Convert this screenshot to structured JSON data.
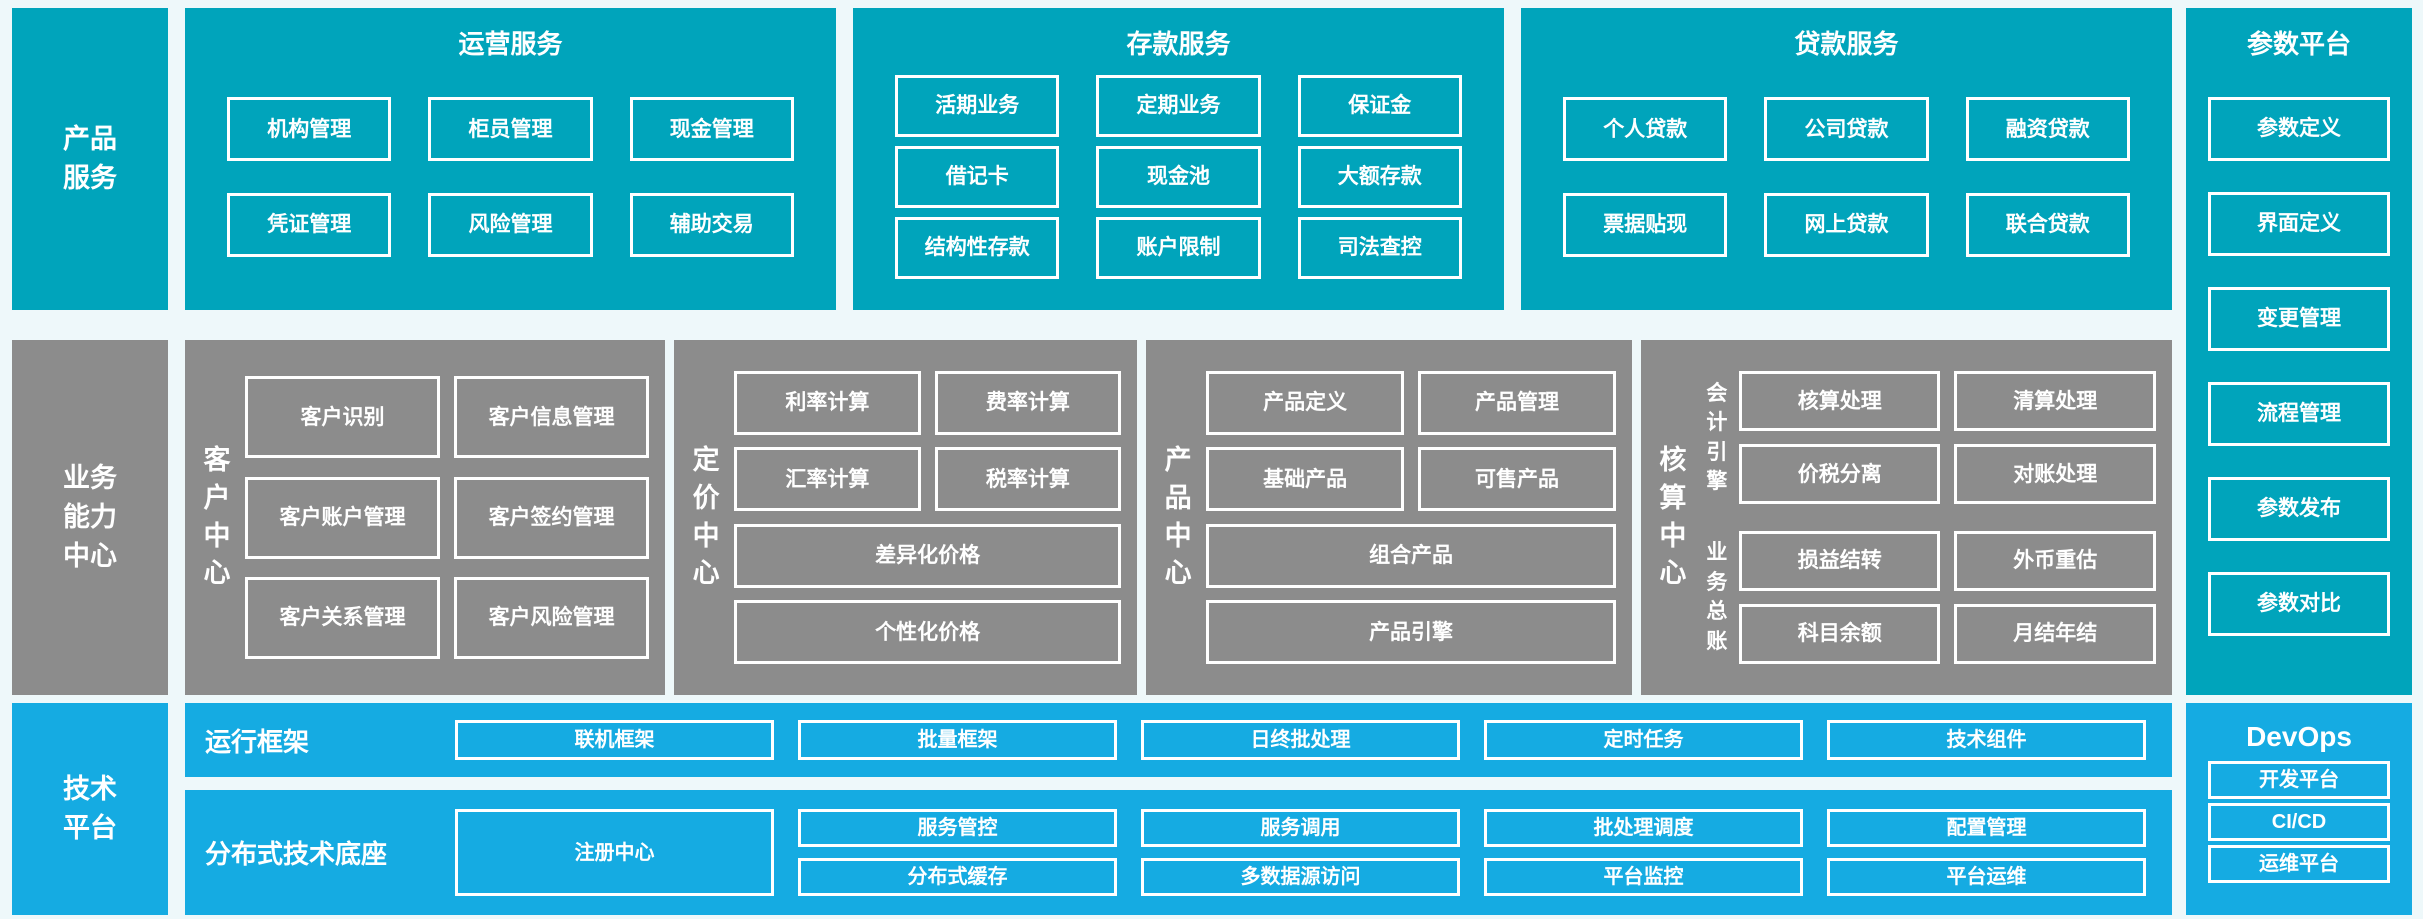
{
  "colors": {
    "teal": "#00a4bb",
    "blue": "#15abe2",
    "gray": "#8c8c8c",
    "background": "#eef8fa",
    "text": "#ffffff"
  },
  "product_services": {
    "label": "产品服务",
    "sections": [
      {
        "title": "运营服务",
        "rows": [
          [
            "机构管理",
            "柜员管理",
            "现金管理"
          ],
          [
            "凭证管理",
            "风险管理",
            "辅助交易"
          ]
        ]
      },
      {
        "title": "存款服务",
        "rows": [
          [
            "活期业务",
            "定期业务",
            "保证金"
          ],
          [
            "借记卡",
            "现金池",
            "大额存款"
          ],
          [
            "结构性存款",
            "账户限制",
            "司法查控"
          ]
        ]
      },
      {
        "title": "贷款服务",
        "rows": [
          [
            "个人贷款",
            "公司贷款",
            "融资贷款"
          ],
          [
            "票据贴现",
            "网上贷款",
            "联合贷款"
          ]
        ]
      }
    ]
  },
  "parameter_platform": {
    "title": "参数平台",
    "items": [
      "参数定义",
      "界面定义",
      "变更管理",
      "流程管理",
      "参数发布",
      "参数对比"
    ]
  },
  "business_capability": {
    "label": "业务能力中心",
    "customer_center": {
      "name": "客户中心",
      "rows": [
        [
          "客户识别",
          "客户信息管理"
        ],
        [
          "客户账户管理",
          "客户签约管理"
        ],
        [
          "客户关系管理",
          "客户风险管理"
        ]
      ]
    },
    "pricing_center": {
      "name": "定价中心",
      "rows": [
        [
          "利率计算",
          "费率计算"
        ],
        [
          "汇率计算",
          "税率计算"
        ]
      ],
      "wide": [
        "差异化价格",
        "个性化价格"
      ]
    },
    "product_center": {
      "name": "产品中心",
      "rows": [
        [
          "产品定义",
          "产品管理"
        ],
        [
          "基础产品",
          "可售产品"
        ]
      ],
      "wide": [
        "组合产品",
        "产品引擎"
      ]
    },
    "accounting_center": {
      "name": "核算中心",
      "groups": [
        {
          "name": "会计引擎",
          "rows": [
            [
              "核算处理",
              "清算处理"
            ],
            [
              "价税分离",
              "对账处理"
            ]
          ]
        },
        {
          "name": "业务总账",
          "rows": [
            [
              "损益结转",
              "外币重估"
            ],
            [
              "科目余额",
              "月结年结"
            ]
          ]
        }
      ]
    }
  },
  "tech_platform": {
    "label": "技术平台",
    "runtime_framework": {
      "label": "运行框架",
      "boxes": [
        "联机框架",
        "批量框架",
        "日终批处理",
        "定时任务",
        "技术组件"
      ]
    },
    "distributed_base": {
      "label": "分布式技术底座",
      "tall_box": "注册中心",
      "columns": [
        [
          "服务管控",
          "分布式缓存"
        ],
        [
          "服务调用",
          "多数据源访问"
        ],
        [
          "批处理调度",
          "平台监控"
        ],
        [
          "配置管理",
          "平台运维"
        ]
      ]
    }
  },
  "devops": {
    "title": "DevOps",
    "items": [
      "开发平台",
      "CI/CD",
      "运维平台"
    ]
  }
}
